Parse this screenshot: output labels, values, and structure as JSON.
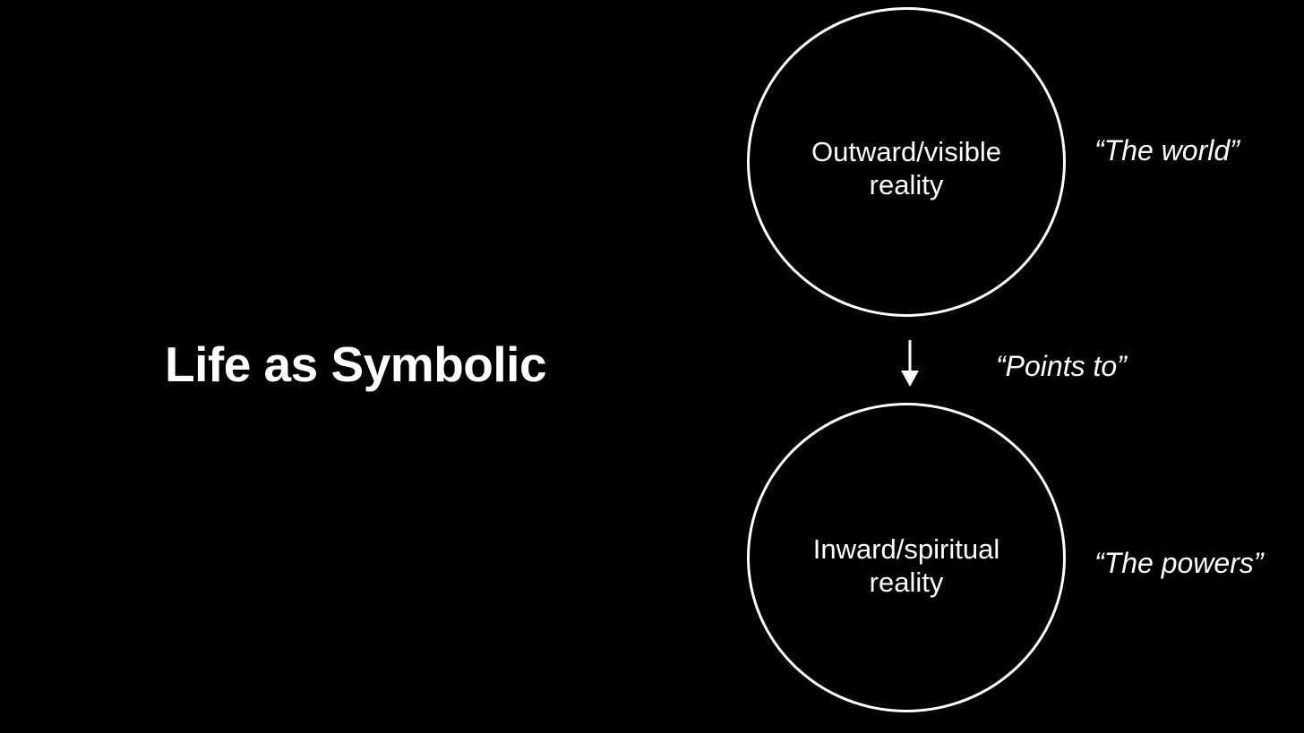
{
  "slide": {
    "title": "Life as Symbolic",
    "top_circle": {
      "line1": "Outward/visible",
      "line2": "reality",
      "side_label": "“The world”"
    },
    "connector": {
      "label": "“Points to”",
      "icon": "arrow-down-icon"
    },
    "bottom_circle": {
      "line1": "Inward/spiritual",
      "line2": "reality",
      "side_label": "“The powers”"
    },
    "colors": {
      "background": "#000000",
      "foreground": "#ffffff"
    }
  }
}
